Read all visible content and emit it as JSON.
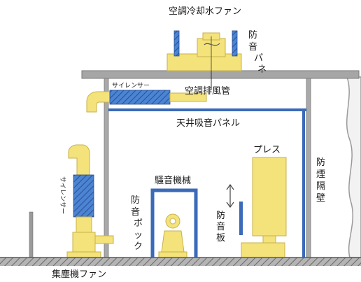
{
  "labels": {
    "ac_fan": "空調冷却水ファン",
    "soundproof_panel": "防音パネル",
    "exhaust_duct": "空調排風管",
    "silencer_top": "サイレンサー",
    "ceiling_panel": "天井吸音パネル",
    "silencer_left": "サイレンサー",
    "noisy_machine": "騒音機械",
    "soundproof_box": "防音ボックス",
    "press": "プレス",
    "soundproof_board": "防音板",
    "smoke_wall": "防煙隔壁",
    "dust_fan": "集塵機ファン"
  },
  "colors": {
    "yellow": "#f4e27a",
    "yellow_stroke": "#c9b24a",
    "blue_hatch": "#3f77c4",
    "frame_blue": "#3a6ab8",
    "gray_frame": "#8c8c8c",
    "gray_fill": "#a9a9a9",
    "floor": "#8d8d8d"
  }
}
